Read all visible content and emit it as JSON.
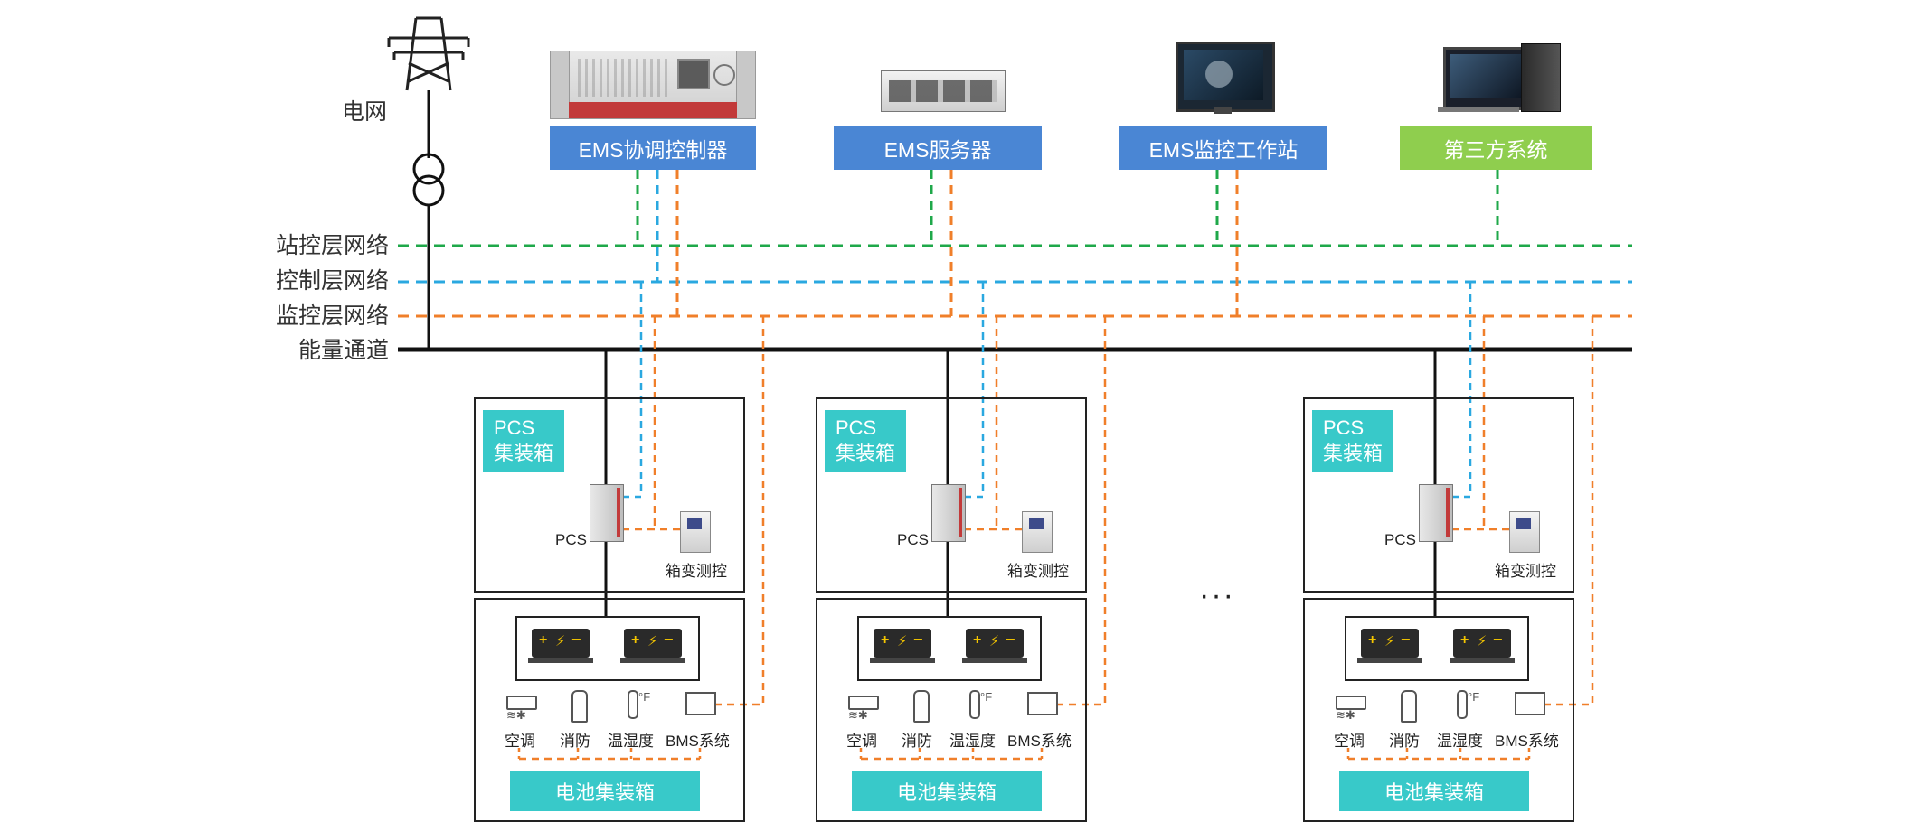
{
  "grid_label": "电网",
  "networks": {
    "station": "站控层网络",
    "control": "控制层网络",
    "monitor": "监控层网络",
    "energy": "能量通道"
  },
  "devices": {
    "ems_controller": "EMS协调控制器",
    "ems_server": "EMS服务器",
    "ems_workstation": "EMS监控工作站",
    "third_party": "第三方系统"
  },
  "ellipsis": "···",
  "units": [
    {
      "pcs_box_line1": "PCS",
      "pcs_box_line2": "集装箱",
      "pcs_label": "PCS",
      "transformer_label": "箱变测控",
      "aircon": "空调",
      "fire": "消防",
      "temp": "温湿度",
      "bms": "BMS系统",
      "battery_box": "电池集装箱"
    },
    {
      "pcs_box_line1": "PCS",
      "pcs_box_line2": "集装箱",
      "pcs_label": "PCS",
      "transformer_label": "箱变测控",
      "aircon": "空调",
      "fire": "消防",
      "temp": "温湿度",
      "bms": "BMS系统",
      "battery_box": "电池集装箱"
    },
    {
      "pcs_box_line1": "PCS",
      "pcs_box_line2": "集装箱",
      "pcs_label": "PCS",
      "transformer_label": "箱变测控",
      "aircon": "空调",
      "fire": "消防",
      "temp": "温湿度",
      "bms": "BMS系统",
      "battery_box": "电池集装箱"
    }
  ],
  "colors": {
    "station_net": "#1fa84a",
    "control_net": "#2aa8e0",
    "monitor_net": "#f07f2a",
    "energy": "#111111",
    "box_blue": "#4a86d4",
    "box_green": "#8fce4e",
    "teal": "#38c9c9"
  }
}
